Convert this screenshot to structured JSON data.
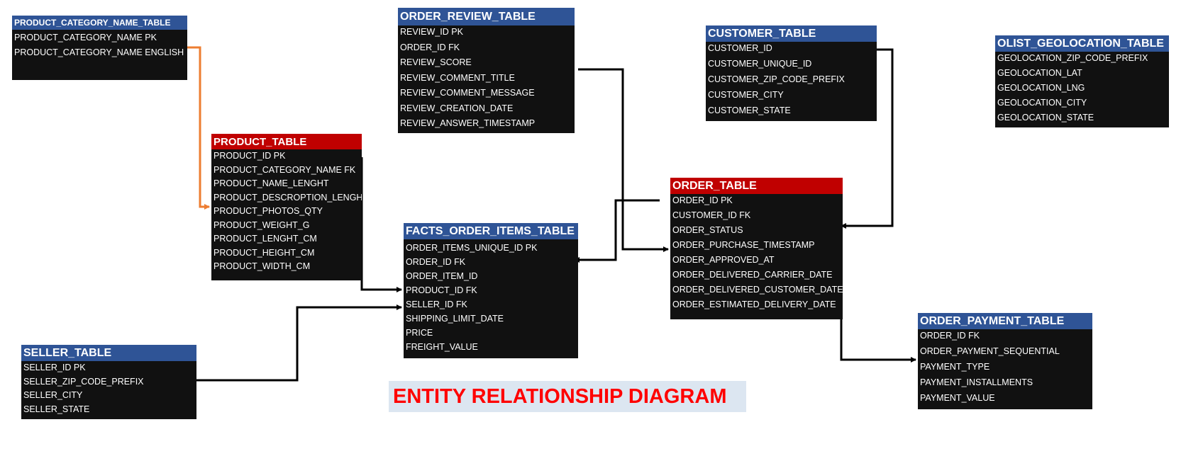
{
  "title": "ENTITY RELATIONSHIP DIAGRAM",
  "colors": {
    "header_blue": "#2f5496",
    "header_red": "#c00000",
    "table_body": "#111111",
    "fk_link": "#ed7d31",
    "title": "#ff0000",
    "title_bg": "#dce6f1"
  },
  "tables": {
    "product_category_name": {
      "name": "PRODUCT_CATEGORY_NAME_TABLE",
      "columns": [
        "PRODUCT_CATEGORY_NAME   PK",
        "PRODUCT_CATEGORY_NAME ENGLISH"
      ]
    },
    "order_review": {
      "name": "ORDER_REVIEW_TABLE",
      "columns": [
        "REVIEW_ID   PK",
        "ORDER_ID   FK",
        "REVIEW_SCORE",
        "REVIEW_COMMENT_TITLE",
        "REVIEW_COMMENT_MESSAGE",
        "REVIEW_CREATION_DATE",
        "REVIEW_ANSWER_TIMESTAMP"
      ]
    },
    "customer": {
      "name": "CUSTOMER_TABLE",
      "columns": [
        "CUSTOMER_ID",
        "CUSTOMER_UNIQUE_ID",
        "CUSTOMER_ZIP_CODE_PREFIX",
        "CUSTOMER_CITY",
        "CUSTOMER_STATE"
      ]
    },
    "geolocation": {
      "name": "OLIST_GEOLOCATION_TABLE",
      "columns": [
        "GEOLOCATION_ZIP_CODE_PREFIX",
        "GEOLOCATION_LAT",
        "GEOLOCATION_LNG",
        "GEOLOCATION_CITY",
        "GEOLOCATION_STATE"
      ]
    },
    "product": {
      "name": "PRODUCT_TABLE",
      "columns": [
        "PRODUCT_ID   PK",
        "PRODUCT_CATEGORY_NAME FK",
        "PRODUCT_NAME_LENGHT",
        "PRODUCT_DESCROPTION_LENGHT",
        "PRODUCT_PHOTOS_QTY",
        "PRODUCT_WEIGHT_G",
        "PRODUCT_LENGHT_CM",
        "PRODUCT_HEIGHT_CM",
        "PRODUCT_WIDTH_CM"
      ]
    },
    "order": {
      "name": "ORDER_TABLE",
      "columns": [
        "ORDER_ID        PK",
        "CUSTOMER_ID FK",
        "ORDER_STATUS",
        "ORDER_PURCHASE_TIMESTAMP",
        "ORDER_APPROVED_AT",
        "ORDER_DELIVERED_CARRIER_DATE",
        "ORDER_DELIVERED_CUSTOMER_DATE",
        "ORDER_ESTIMATED_DELIVERY_DATE"
      ]
    },
    "facts_order_items": {
      "name": "FACTS_ORDER_ITEMS_TABLE",
      "columns": [
        "ORDER_ITEMS_UNIQUE_ID    PK",
        "ORDER_ID   FK",
        "ORDER_ITEM_ID",
        "PRODUCT_ID    FK",
        "SELLER_ID      FK",
        "SHIPPING_LIMIT_DATE",
        "PRICE",
        "FREIGHT_VALUE"
      ]
    },
    "seller": {
      "name": "SELLER_TABLE",
      "columns": [
        "SELLER_ID PK",
        "SELLER_ZIP_CODE_PREFIX",
        "SELLER_CITY",
        "SELLER_STATE"
      ]
    },
    "order_payment": {
      "name": "ORDER_PAYMENT_TABLE",
      "columns": [
        "ORDER_ID FK",
        "ORDER_PAYMENT_SEQUENTIAL",
        "PAYMENT_TYPE",
        "PAYMENT_INSTALLMENTS",
        "PAYMENT_VALUE"
      ]
    }
  },
  "relationships": [
    {
      "from": "product_category_name",
      "to": "product"
    },
    {
      "from": "order_review",
      "to": "order"
    },
    {
      "from": "customer",
      "to": "order"
    },
    {
      "from": "product",
      "to": "facts_order_items"
    },
    {
      "from": "seller",
      "to": "facts_order_items"
    },
    {
      "from": "order",
      "to": "facts_order_items"
    },
    {
      "from": "order",
      "to": "order_payment"
    }
  ]
}
